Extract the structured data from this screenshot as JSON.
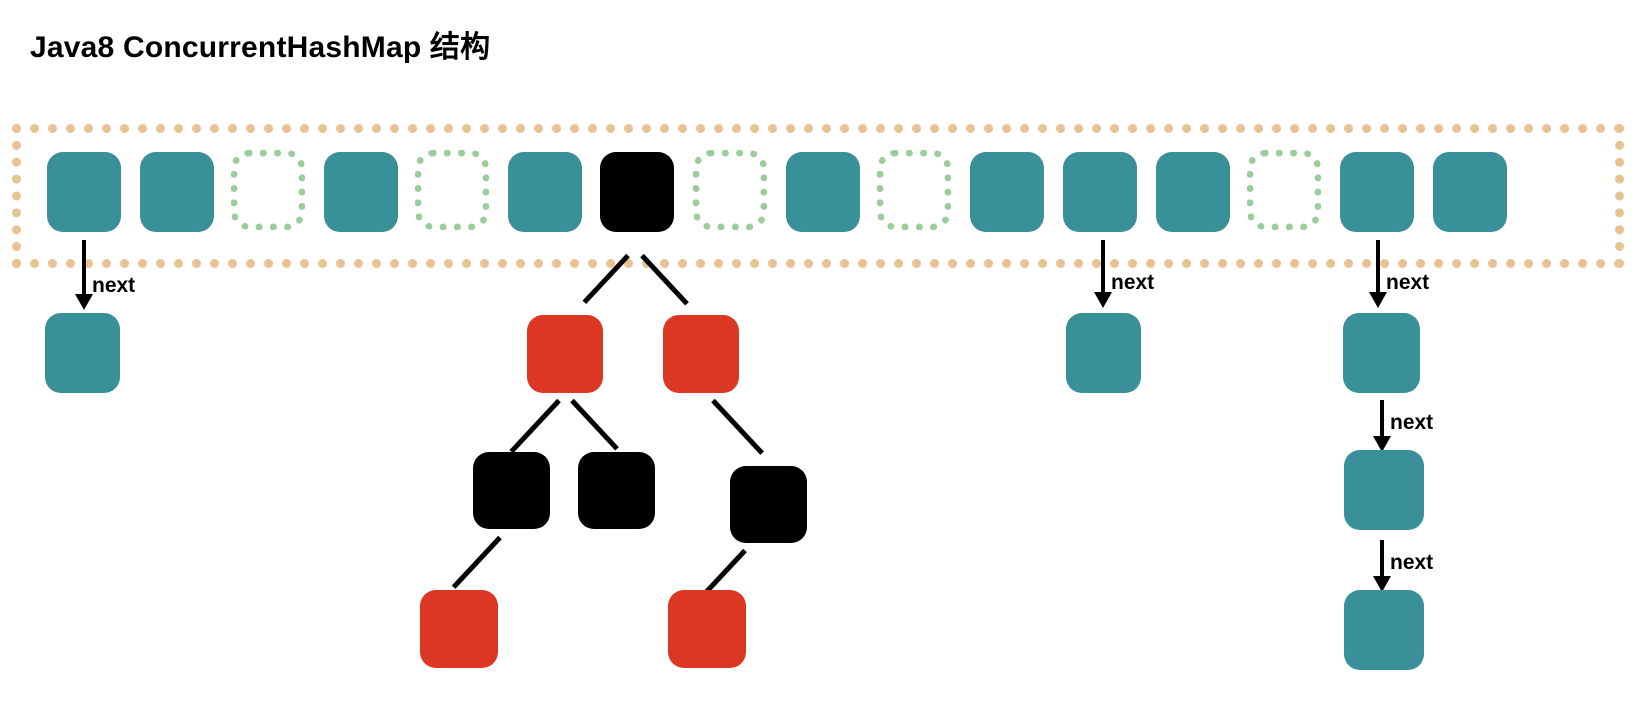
{
  "title": "Java8 ConcurrentHashMap 结构",
  "colors": {
    "teal": "#3a9098",
    "red": "#dc3724",
    "black": "#000000",
    "container_border": "#e8c391",
    "empty_cell_border": "#9ccb9c",
    "background": "#ffffff"
  },
  "array": {
    "name": "hash-bucket-array",
    "cell_count": 16,
    "cells": [
      {
        "index": 0,
        "state": "filled",
        "color": "teal"
      },
      {
        "index": 1,
        "state": "filled",
        "color": "teal"
      },
      {
        "index": 2,
        "state": "empty",
        "color": "none"
      },
      {
        "index": 3,
        "state": "filled",
        "color": "teal"
      },
      {
        "index": 4,
        "state": "empty",
        "color": "none"
      },
      {
        "index": 5,
        "state": "filled",
        "color": "teal"
      },
      {
        "index": 6,
        "state": "filled",
        "color": "black"
      },
      {
        "index": 7,
        "state": "empty",
        "color": "none"
      },
      {
        "index": 8,
        "state": "filled",
        "color": "teal"
      },
      {
        "index": 9,
        "state": "empty",
        "color": "none"
      },
      {
        "index": 10,
        "state": "filled",
        "color": "teal"
      },
      {
        "index": 11,
        "state": "filled",
        "color": "teal"
      },
      {
        "index": 12,
        "state": "filled",
        "color": "teal"
      },
      {
        "index": 13,
        "state": "empty",
        "color": "none"
      },
      {
        "index": 14,
        "state": "filled",
        "color": "teal"
      },
      {
        "index": 15,
        "state": "filled",
        "color": "teal"
      }
    ]
  },
  "link_label": "next",
  "chains": [
    {
      "name": "bucket-0-chain",
      "from_cell": 0,
      "nodes": [
        {
          "color": "teal"
        }
      ],
      "link_labels": [
        "next"
      ]
    },
    {
      "name": "bucket-11-chain",
      "from_cell": 11,
      "nodes": [
        {
          "color": "teal"
        }
      ],
      "link_labels": [
        "next"
      ]
    },
    {
      "name": "bucket-14-chain",
      "from_cell": 14,
      "nodes": [
        {
          "color": "teal"
        },
        {
          "color": "teal"
        },
        {
          "color": "teal"
        }
      ],
      "link_labels": [
        "next",
        "next",
        "next"
      ]
    }
  ],
  "tree": {
    "name": "red-black-tree-bin",
    "from_cell": 6,
    "root_color": "black",
    "levels": [
      {
        "level": 1,
        "nodes": [
          {
            "color": "red"
          },
          {
            "color": "red"
          }
        ]
      },
      {
        "level": 2,
        "nodes": [
          {
            "color": "black"
          },
          {
            "color": "black"
          },
          {
            "color": "black"
          }
        ]
      },
      {
        "level": 3,
        "nodes": [
          {
            "color": "red"
          },
          {
            "color": "red"
          }
        ]
      }
    ],
    "edge_count": 7
  }
}
